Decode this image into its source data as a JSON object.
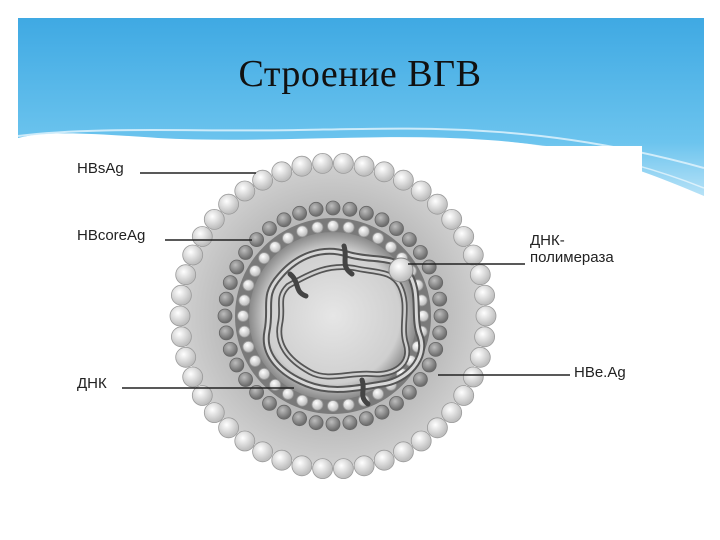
{
  "slide": {
    "title": "Строение ВГВ",
    "header_color": "#4ab0e6"
  },
  "diagram": {
    "labels": {
      "hbsag": "HBsAg",
      "hbcoreag": "HBcoreAg",
      "dna": "ДНК",
      "polymerase_line1": "ДНК-",
      "polymerase_line2": "полимераза",
      "hbeag": "HBe.Ag"
    }
  }
}
